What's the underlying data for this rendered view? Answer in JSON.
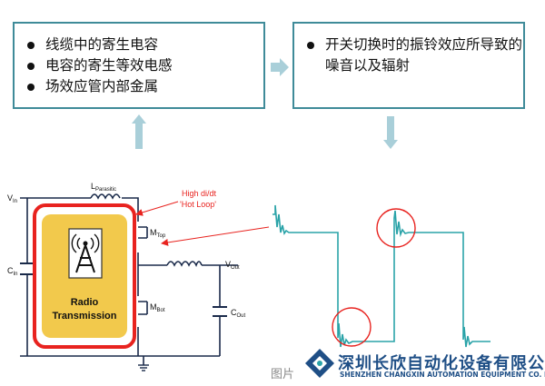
{
  "left_box": {
    "items": [
      "线缆中的寄生电容",
      "电容的寄生等效电感",
      "场效应管内部金属"
    ]
  },
  "right_box": {
    "items": [
      "开关切换时的振铃效应所导致的噪音以及辐射"
    ]
  },
  "circuit": {
    "vin": "V",
    "vin_sub": "In",
    "lp": "L",
    "lp_sub": "Parasitic",
    "cin": "C",
    "cin_sub": "In",
    "mtop": "M",
    "mtop_sub": "Top",
    "mbot": "M",
    "mbot_sub": "Bot",
    "vout": "V",
    "vout_sub": "Out",
    "cout": "C",
    "cout_sub": "Out",
    "radio_line1": "Radio",
    "radio_line2": "Transmission",
    "hot_loop_line1": "High di/dt",
    "hot_loop_line2": "'Hot Loop'"
  },
  "watermark": {
    "company_cn": "深圳长欣自动化设备有限公司",
    "company_en": "SHENZHEN CHANGXIN AUTOMATION EQUIPMENT CO. LTD",
    "pic_prefix": "图片"
  },
  "colors": {
    "box_border": "#3f8b99",
    "arrow": "#9fc9d3",
    "waveform": "#2aa3a8",
    "hot_loop": "#e8231f",
    "radio_fill": "#f2c94c",
    "circuit_line": "#1a2a4a"
  }
}
